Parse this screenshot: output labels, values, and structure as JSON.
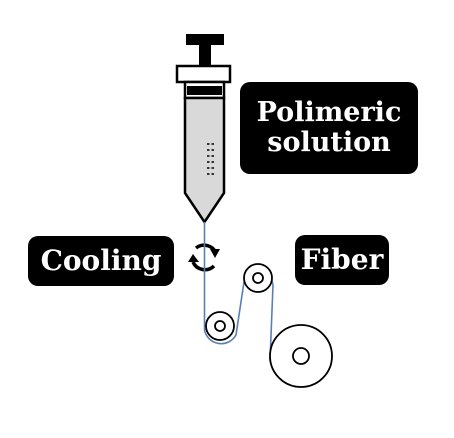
{
  "labels": {
    "polymer_line1": "Polimeric",
    "polymer_line2": "solution",
    "cooling": "Cooling",
    "fiber": "Fiber"
  },
  "colors": {
    "fiber_line": "#5a7fb5",
    "outline": "#000000",
    "syringe_fill": "#d9d9d9",
    "label_background": "#000000",
    "label_text": "#ffffff"
  },
  "icons": {
    "cooling_cycle": "rotate-arrows-icon"
  }
}
